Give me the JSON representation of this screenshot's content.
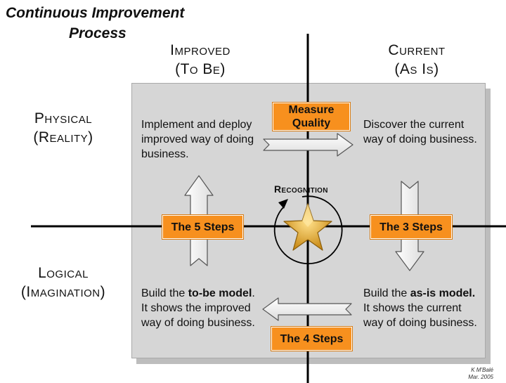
{
  "title": {
    "line1": "Continuous Improvement",
    "line2": "Process"
  },
  "columns": {
    "improved": {
      "line1": "Improved",
      "line2": "(To Be)"
    },
    "current": {
      "line1": "Current",
      "line2": "(As Is)"
    }
  },
  "rows": {
    "physical": {
      "line1": "Physical",
      "line2": "(Reality)"
    },
    "logical": {
      "line1": "Logical",
      "line2": "(Imagination)"
    }
  },
  "quadrants": {
    "top_left": "Implement and deploy improved way of doing business.",
    "top_right": "Discover the current way of doing business.",
    "bottom_left": {
      "pre": "Build the ",
      "bold": "to-be model",
      "post": ". It shows the improved way of doing business."
    },
    "bottom_right": {
      "pre": "Build the ",
      "bold": "as-is model.",
      "post": " It shows the current way of doing business."
    }
  },
  "steps": {
    "measure": {
      "line1": "Measure",
      "line2": "Quality"
    },
    "five": "The 5 Steps",
    "three": "The 3 Steps",
    "four": "The 4 Steps"
  },
  "center": {
    "label": "Recognition",
    "icon": "star-icon"
  },
  "credit": {
    "line1": "K M'Balé",
    "line2": "Mar. 2005"
  },
  "colors": {
    "panel": "#d6d6d6",
    "step_box": "#f7901e",
    "star": "#f0b43a",
    "axis": "#000000"
  }
}
